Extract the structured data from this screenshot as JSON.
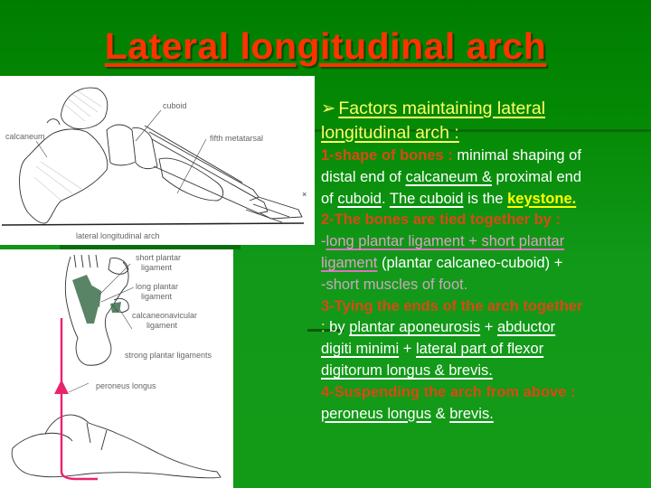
{
  "slide": {
    "title": "Lateral longitudinal arch",
    "background_color": "#0a900a",
    "title_color": "#ff3300"
  },
  "figures": {
    "lateral_view": {
      "labels": {
        "calcaneum": "calcaneum",
        "cuboid": "cuboid",
        "fifth_metatarsal": "fifth metatarsal",
        "caption": "lateral longitudinal arch"
      }
    },
    "plantar_view": {
      "labels": {
        "short_plantar": "short plantar",
        "short_plantar_2": "ligament",
        "long_plantar": "long plantar",
        "long_plantar_2": "ligament",
        "calcaneonavicular": "calcaneonavicular",
        "calcaneonavicular_2": "ligament",
        "caption": "strong plantar ligaments"
      }
    },
    "peroneus_view": {
      "labels": {
        "peroneus": "peroneus longus"
      },
      "arrow_color": "#e8246e"
    }
  },
  "content": {
    "heading_bullet": "➢",
    "heading_line1": "Factors maintaining lateral",
    "heading_line2": "longitudinal arch :",
    "f1": {
      "label": "1-shape of bones : ",
      "t1": "minimal shaping of",
      "t2": "distal end of ",
      "t3": "calcaneum &",
      "t4": " proximal end",
      "t5": "of ",
      "t6": "cuboid",
      "t7": ".  ",
      "t8": "The cuboid",
      "t9": " is the ",
      "t10": "keystone."
    },
    "f2": {
      "label": "2-The bones are tied together by :",
      "dash1": "-",
      "lig1": "long plantar ligament + short plantar",
      "lig2": "ligament",
      "paren": " (plantar calcaneo-cuboid) +",
      "muscles": "-short  muscles of foot."
    },
    "f3": {
      "label": "3-Tying the ends of the arch together",
      "colon": ":",
      "by": "  by ",
      "a1": "plantar aponeurosis",
      "plus1": " +  ",
      "a2": "abductor",
      "a3": "digiti minimi",
      "plus2": "  +   ",
      "a4": "lateral part of flexor",
      "a5": "digitorum longus & brevis."
    },
    "f4": {
      "label": "4-Suspending the arch from above :",
      "p1": "peroneus longus",
      "amp": " &  ",
      "p2": "brevis."
    }
  }
}
